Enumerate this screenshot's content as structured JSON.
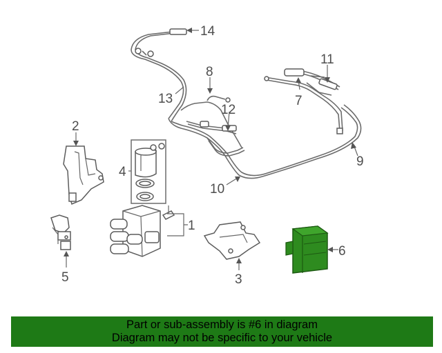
{
  "callouts": {
    "c1": "1",
    "c2": "2",
    "c3": "3",
    "c4": "4",
    "c5": "5",
    "c6": "6",
    "c7": "7",
    "c8": "8",
    "c9": "9",
    "c10": "10",
    "c11": "11",
    "c12": "12",
    "c13": "13",
    "c14": "14"
  },
  "banner": {
    "line1": "Part or sub-assembly is #6 in diagram",
    "line2": "Diagram may not be specific to your vehicle"
  },
  "colors": {
    "banner_bg": "#1e7a16",
    "highlight_part": "#2e8b1f",
    "line_art": "#6b6b6b"
  }
}
